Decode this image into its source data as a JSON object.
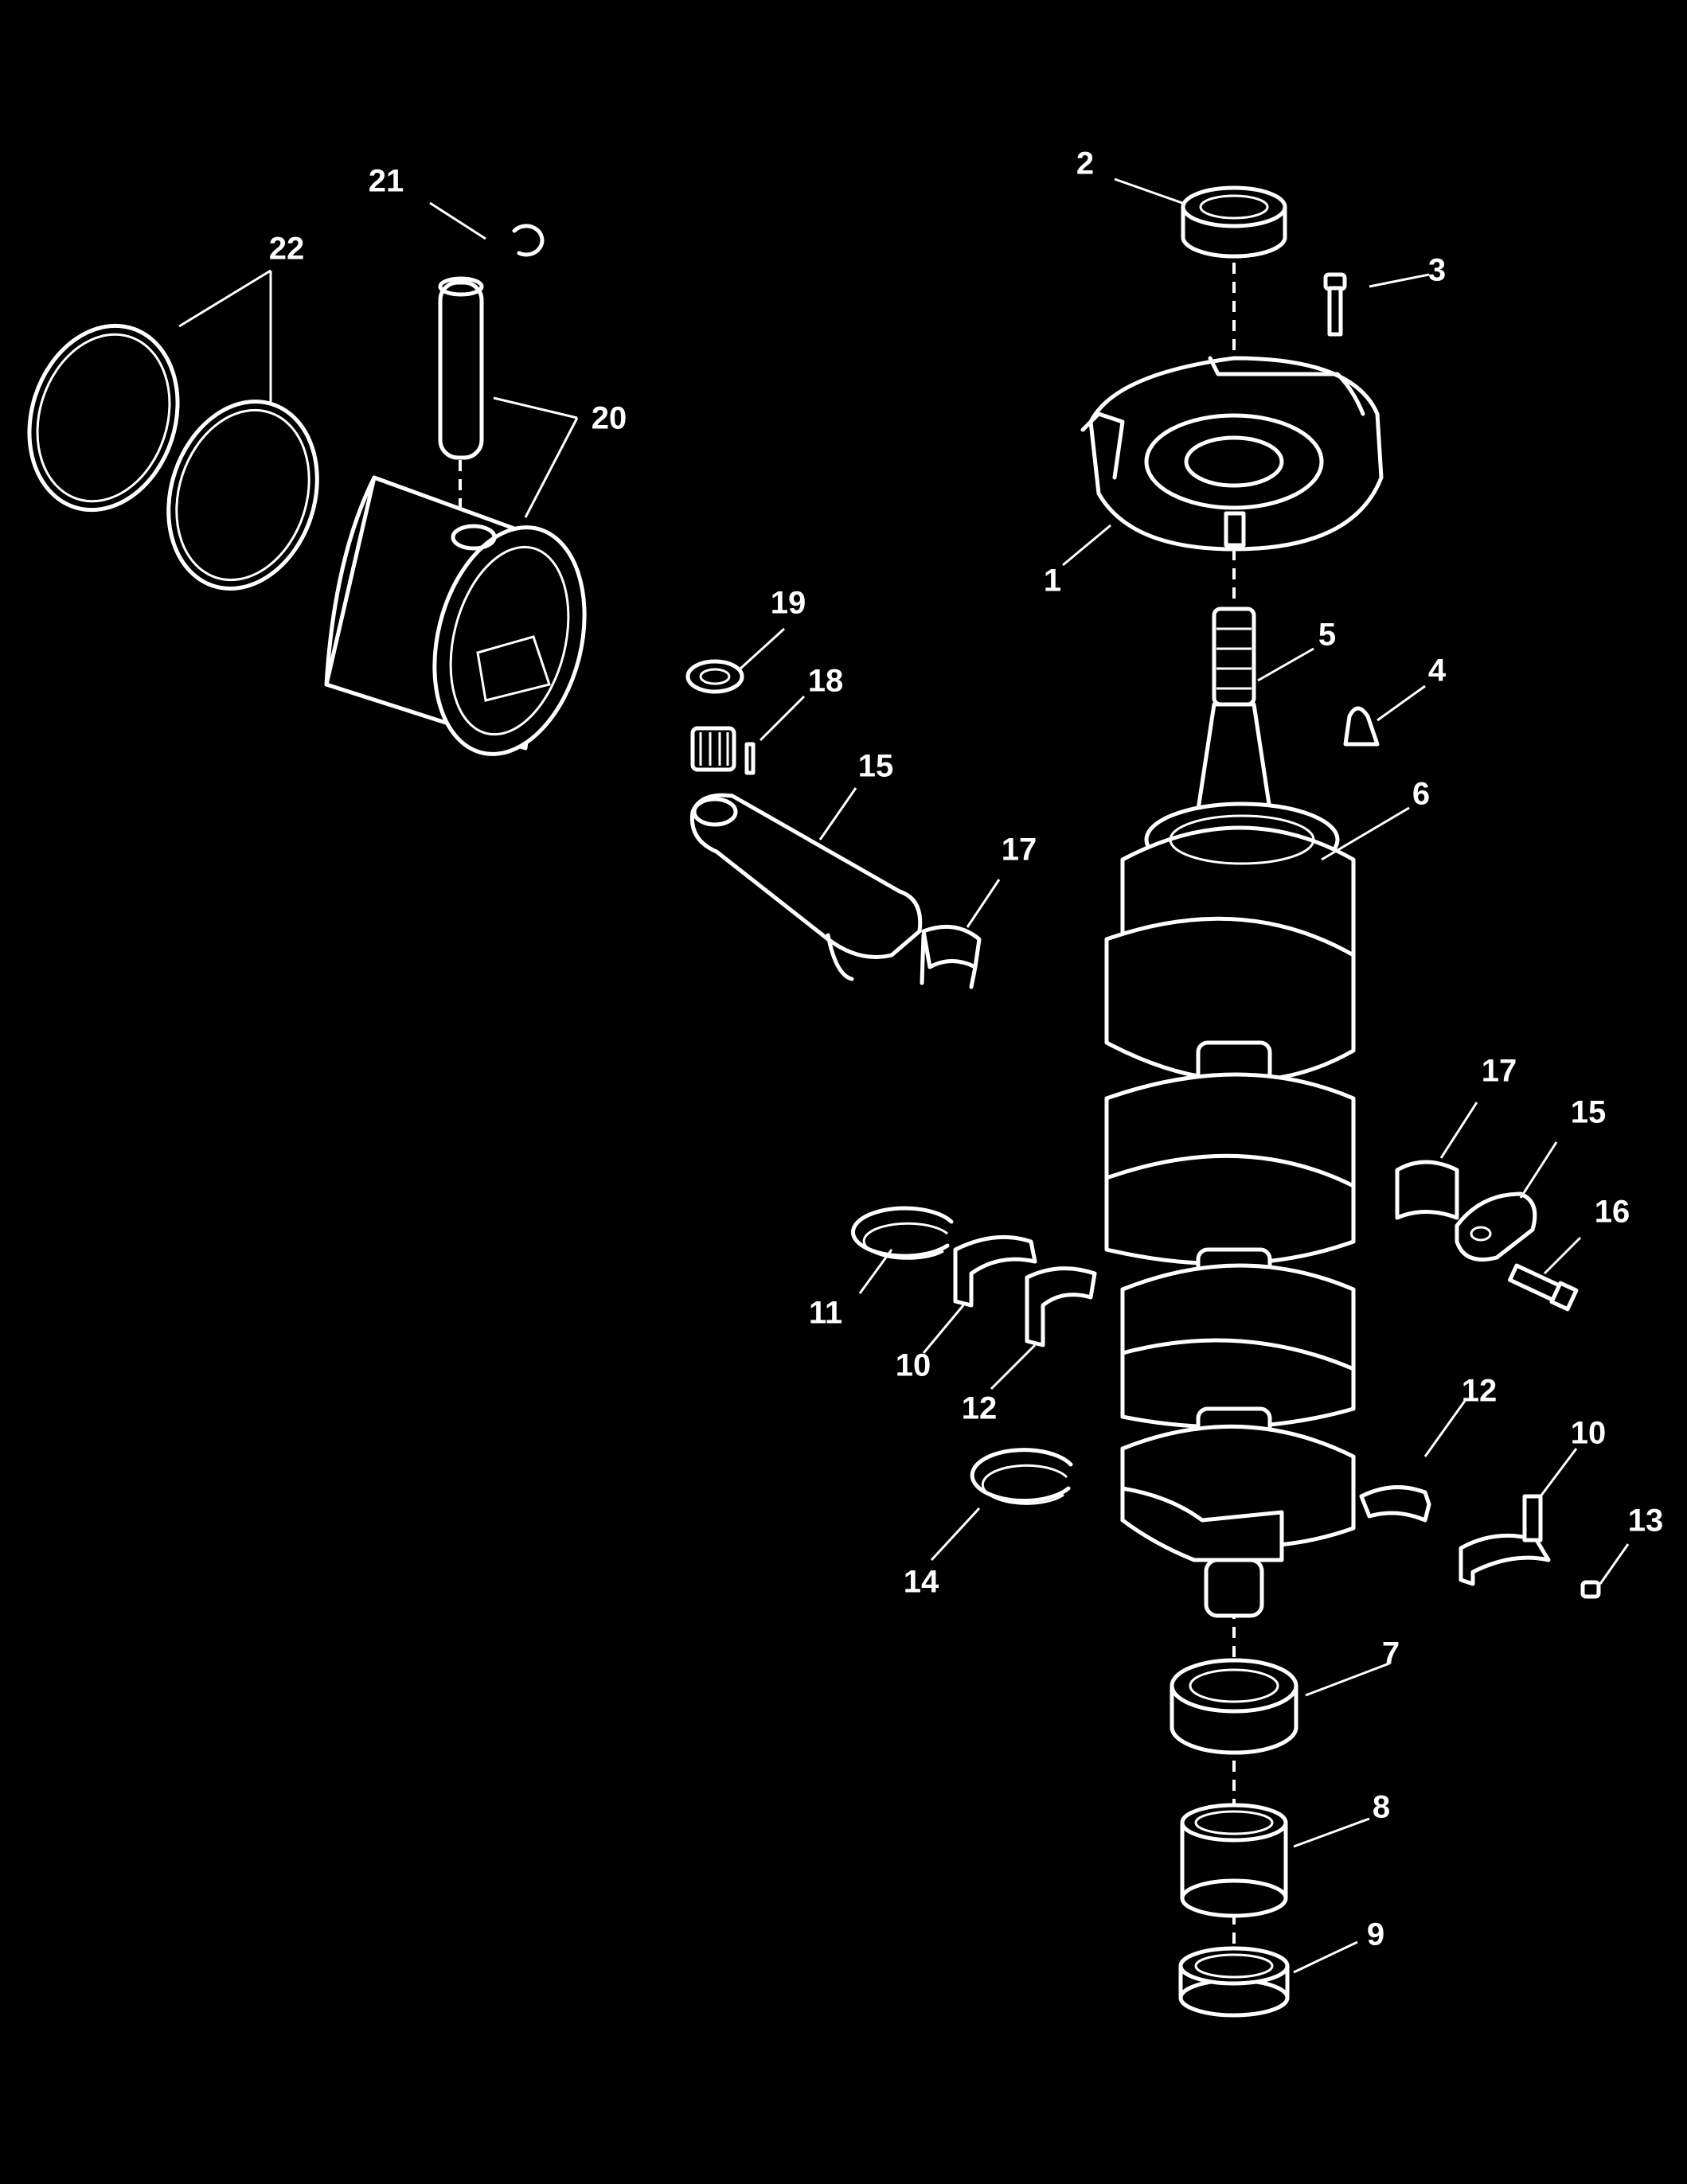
{
  "diagram": {
    "callouts": [
      {
        "id": "c1",
        "text": "1"
      },
      {
        "id": "c2",
        "text": "2"
      },
      {
        "id": "c3",
        "text": "3"
      },
      {
        "id": "c4",
        "text": "4"
      },
      {
        "id": "c5",
        "text": "5"
      },
      {
        "id": "c6",
        "text": "6"
      },
      {
        "id": "c7",
        "text": "7"
      },
      {
        "id": "c8",
        "text": "8"
      },
      {
        "id": "c9",
        "text": "9"
      },
      {
        "id": "c10a",
        "text": "10"
      },
      {
        "id": "c10b",
        "text": "10"
      },
      {
        "id": "c11",
        "text": "11"
      },
      {
        "id": "c12a",
        "text": "12"
      },
      {
        "id": "c12b",
        "text": "12"
      },
      {
        "id": "c13",
        "text": "13"
      },
      {
        "id": "c14",
        "text": "14"
      },
      {
        "id": "c15a",
        "text": "15"
      },
      {
        "id": "c15b",
        "text": "15"
      },
      {
        "id": "c16",
        "text": "16"
      },
      {
        "id": "c17a",
        "text": "17"
      },
      {
        "id": "c17b",
        "text": "17"
      },
      {
        "id": "c18",
        "text": "18"
      },
      {
        "id": "c19",
        "text": "19"
      },
      {
        "id": "c20",
        "text": "20"
      },
      {
        "id": "c21",
        "text": "21"
      },
      {
        "id": "c22",
        "text": "22"
      }
    ],
    "colors": {
      "background": "#000000",
      "line": "#ffffff"
    }
  }
}
